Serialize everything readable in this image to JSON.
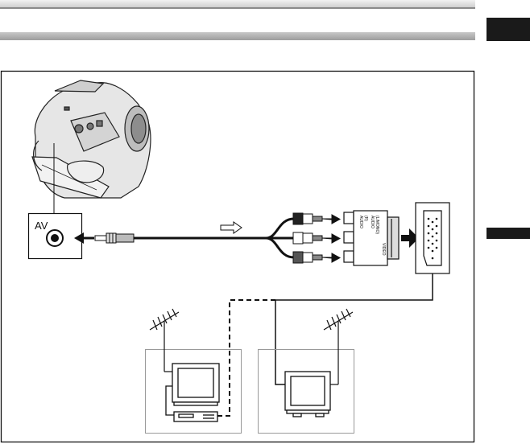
{
  "diagram": {
    "av_jack_label": "AV",
    "scart_labels": [
      {
        "line1": "AUDIO",
        "line2": "(R)"
      },
      {
        "line1": "AUDIO",
        "line2": "(L/MONO)"
      },
      {
        "line1": "VIDEO",
        "line2": ""
      }
    ]
  },
  "colors": {
    "ink": "#111111",
    "panel_gray": "#999999",
    "tab_black": "#1a1a1a"
  }
}
